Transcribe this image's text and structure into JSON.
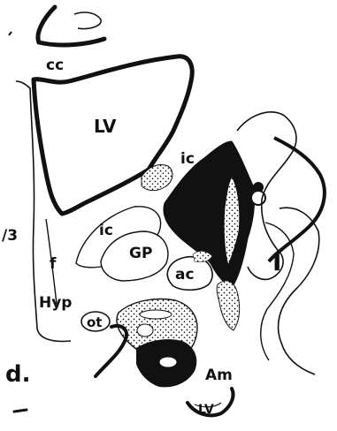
{
  "figure": {
    "panel_letter": "d.",
    "labels": {
      "cc": "cc",
      "lv_top": "LV",
      "ic_upper": "ic",
      "ic_lower": "ic",
      "gp": "GP",
      "ac": "ac",
      "insula": "I",
      "f": "f",
      "hyp": "Hyp",
      "ot": "ot",
      "am": "Am",
      "lv_bottom": "LV",
      "third_ventricle": "/3"
    },
    "colors": {
      "ink": "#111111",
      "paper": "#ffffff"
    }
  }
}
